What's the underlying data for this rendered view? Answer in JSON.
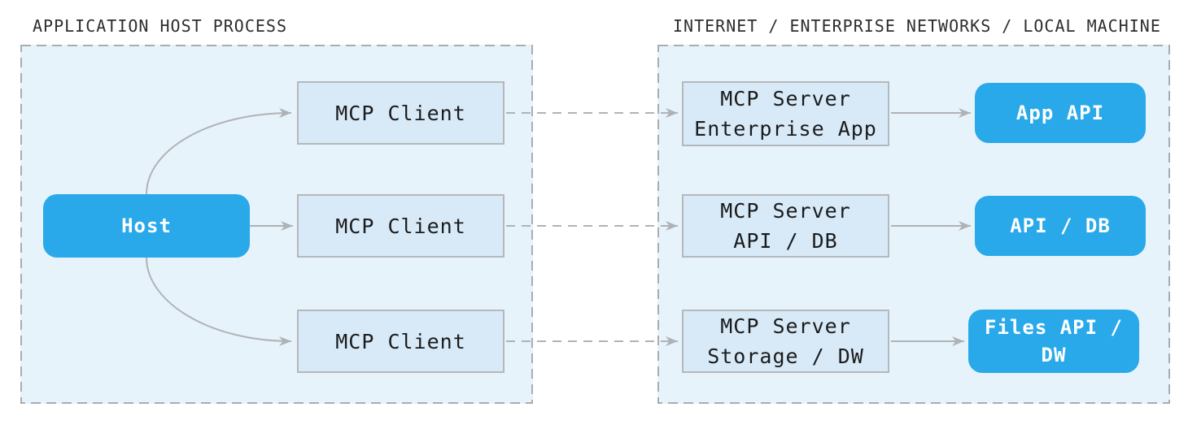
{
  "left_panel": {
    "label": "APPLICATION HOST PROCESS",
    "host": {
      "label": "Host"
    },
    "clients": [
      {
        "label": "MCP Client"
      },
      {
        "label": "MCP Client"
      },
      {
        "label": "MCP Client"
      }
    ]
  },
  "right_panel": {
    "label": "INTERNET / ENTERPRISE NETWORKS / LOCAL MACHINE",
    "rows": [
      {
        "server_line1": "MCP Server",
        "server_line2": "Enterprise App",
        "target": "App API"
      },
      {
        "server_line1": "MCP Server",
        "server_line2": "API / DB",
        "target": "API / DB"
      },
      {
        "server_line1": "MCP Server",
        "server_line2": "Storage / DW",
        "target": "Files API / DW"
      }
    ]
  },
  "colors": {
    "accent_blue": "#29A9EA",
    "panel_background": "#E6F3FB",
    "node_background": "#D8EAF7",
    "node_border": "#B5B8BB",
    "panel_dash_border": "#AAADAF",
    "connector_gray": "#B0B3B5",
    "text_dark": "#1A1B1D",
    "text_light": "#FFFFFF"
  }
}
